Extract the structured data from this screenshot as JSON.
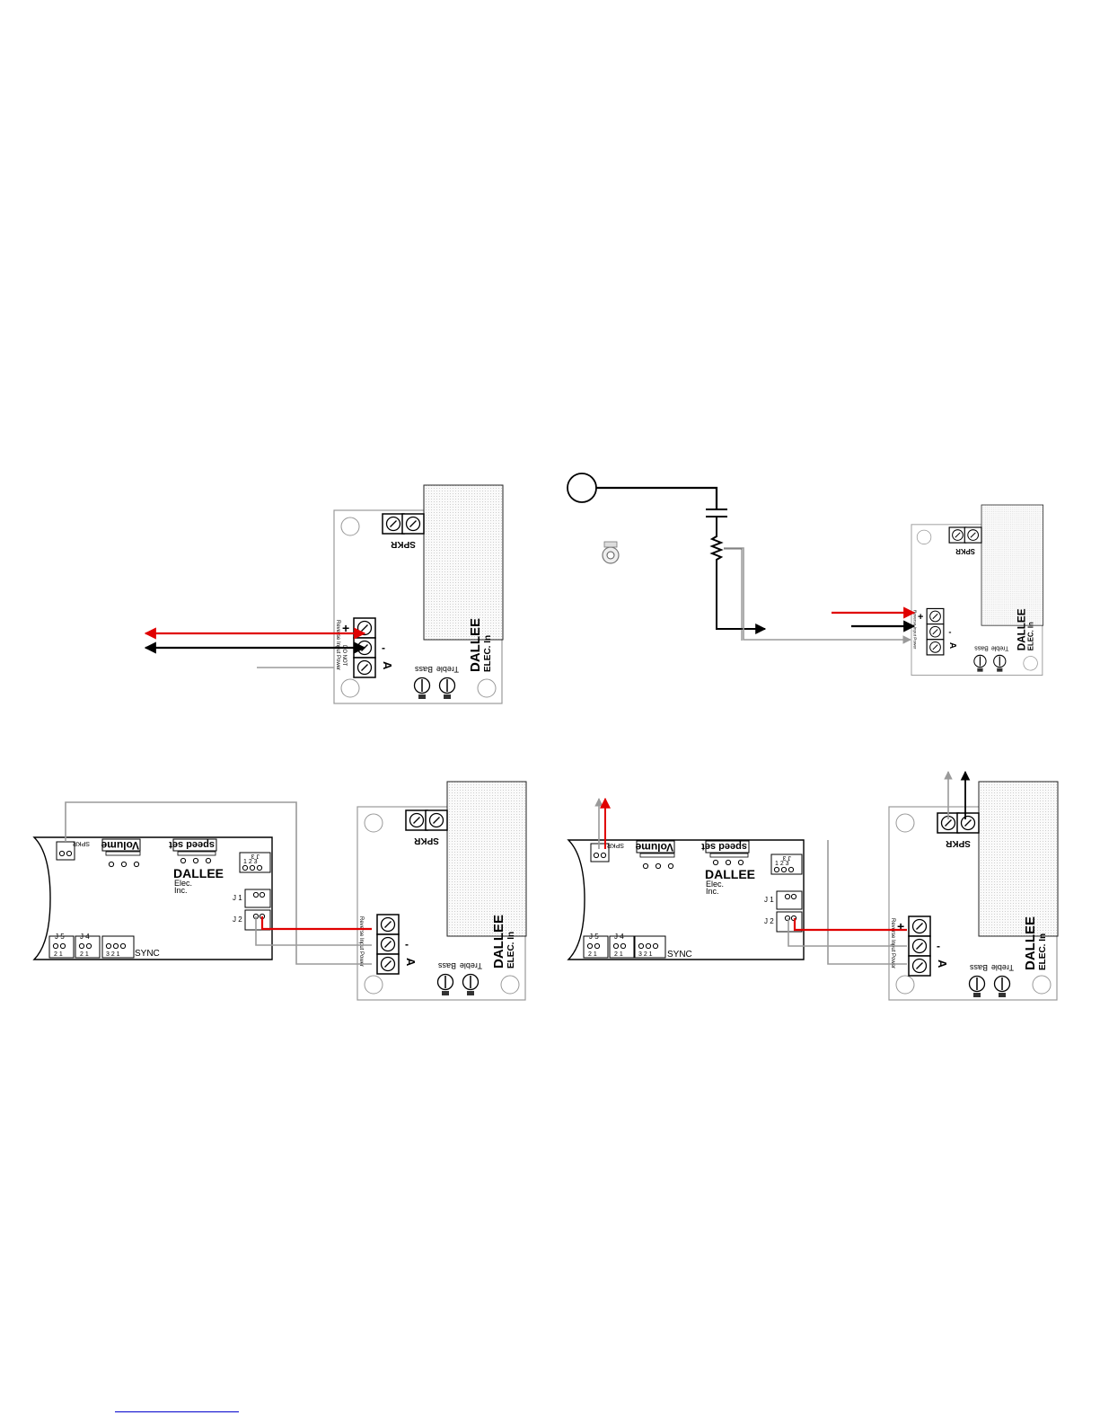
{
  "diagrams": {
    "amp": {
      "spkr_label": "SPKR",
      "plus_label": "+",
      "minus_label": "-",
      "a_label": "A",
      "input_text": "Reverse Input Power",
      "donot_text": "DO NOT",
      "bass_label": "Bass",
      "treble_label": "Treble",
      "brand_label": "DALLEE",
      "brand_sub": "ELEC. In"
    },
    "controller": {
      "volume_label": "Volume",
      "speed_label": "speed set",
      "brand_label": "DALLEE",
      "brand_sub1": "Elec.",
      "brand_sub2": "Inc.",
      "spkr_label": "SPKR",
      "j1_label": "J 1",
      "j2_label": "J 2",
      "j3_label": "J 3",
      "j4_label": "J 4",
      "j5_label": "J 5",
      "sync_label": "SYNC",
      "pins_123": "1 2 3",
      "pins_321": "3 2 1",
      "pins_21": "2 1"
    }
  },
  "colors": {
    "red_wire": "#e00000",
    "black_wire": "#000000",
    "gray_wire": "#9a9a9a",
    "link": "#0000cc"
  }
}
